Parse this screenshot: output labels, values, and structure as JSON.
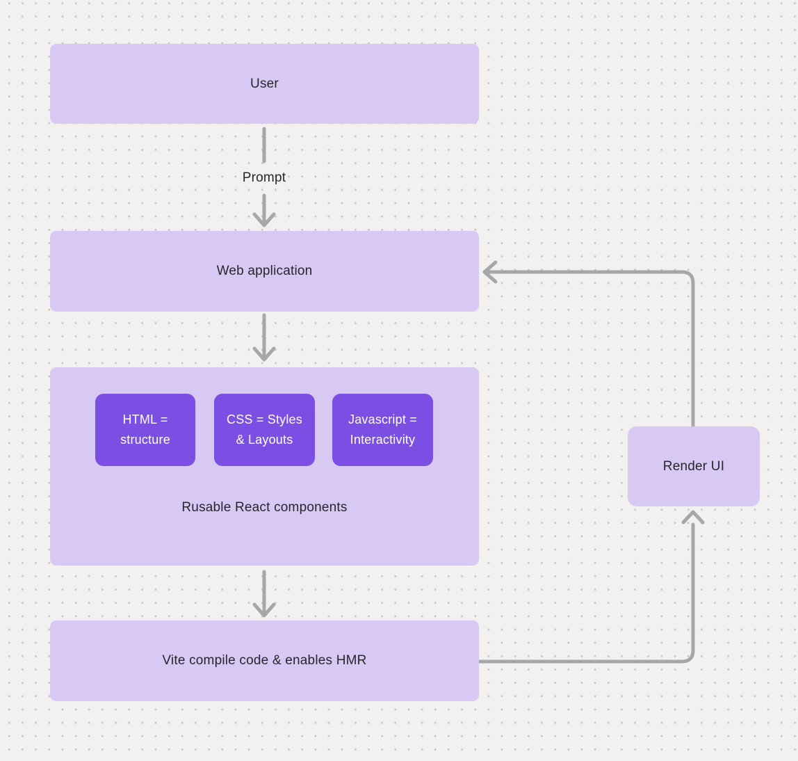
{
  "colors": {
    "canvas_bg": "#f2f1f0",
    "dot_color": "#c9c6c6",
    "box_light": "#d7c9f3",
    "box_dark": "#7b4ee4",
    "arrow_color": "#a8a7a7",
    "text_color": "#26262c",
    "text_on_dark": "#ffffff"
  },
  "nodes": {
    "user": {
      "label": "User"
    },
    "web_app": {
      "label": "Web application"
    },
    "group": {
      "caption": "Rusable React components"
    },
    "html_chip": {
      "label": "HTML =\nstructure"
    },
    "css_chip": {
      "label": "CSS = Styles\n& Layouts"
    },
    "js_chip": {
      "label": "Javascript =\nInteractivity"
    },
    "vite": {
      "label": "Vite compile code & enables HMR"
    },
    "render_ui": {
      "label": "Render UI"
    }
  },
  "edges": {
    "prompt_label": "Prompt"
  }
}
